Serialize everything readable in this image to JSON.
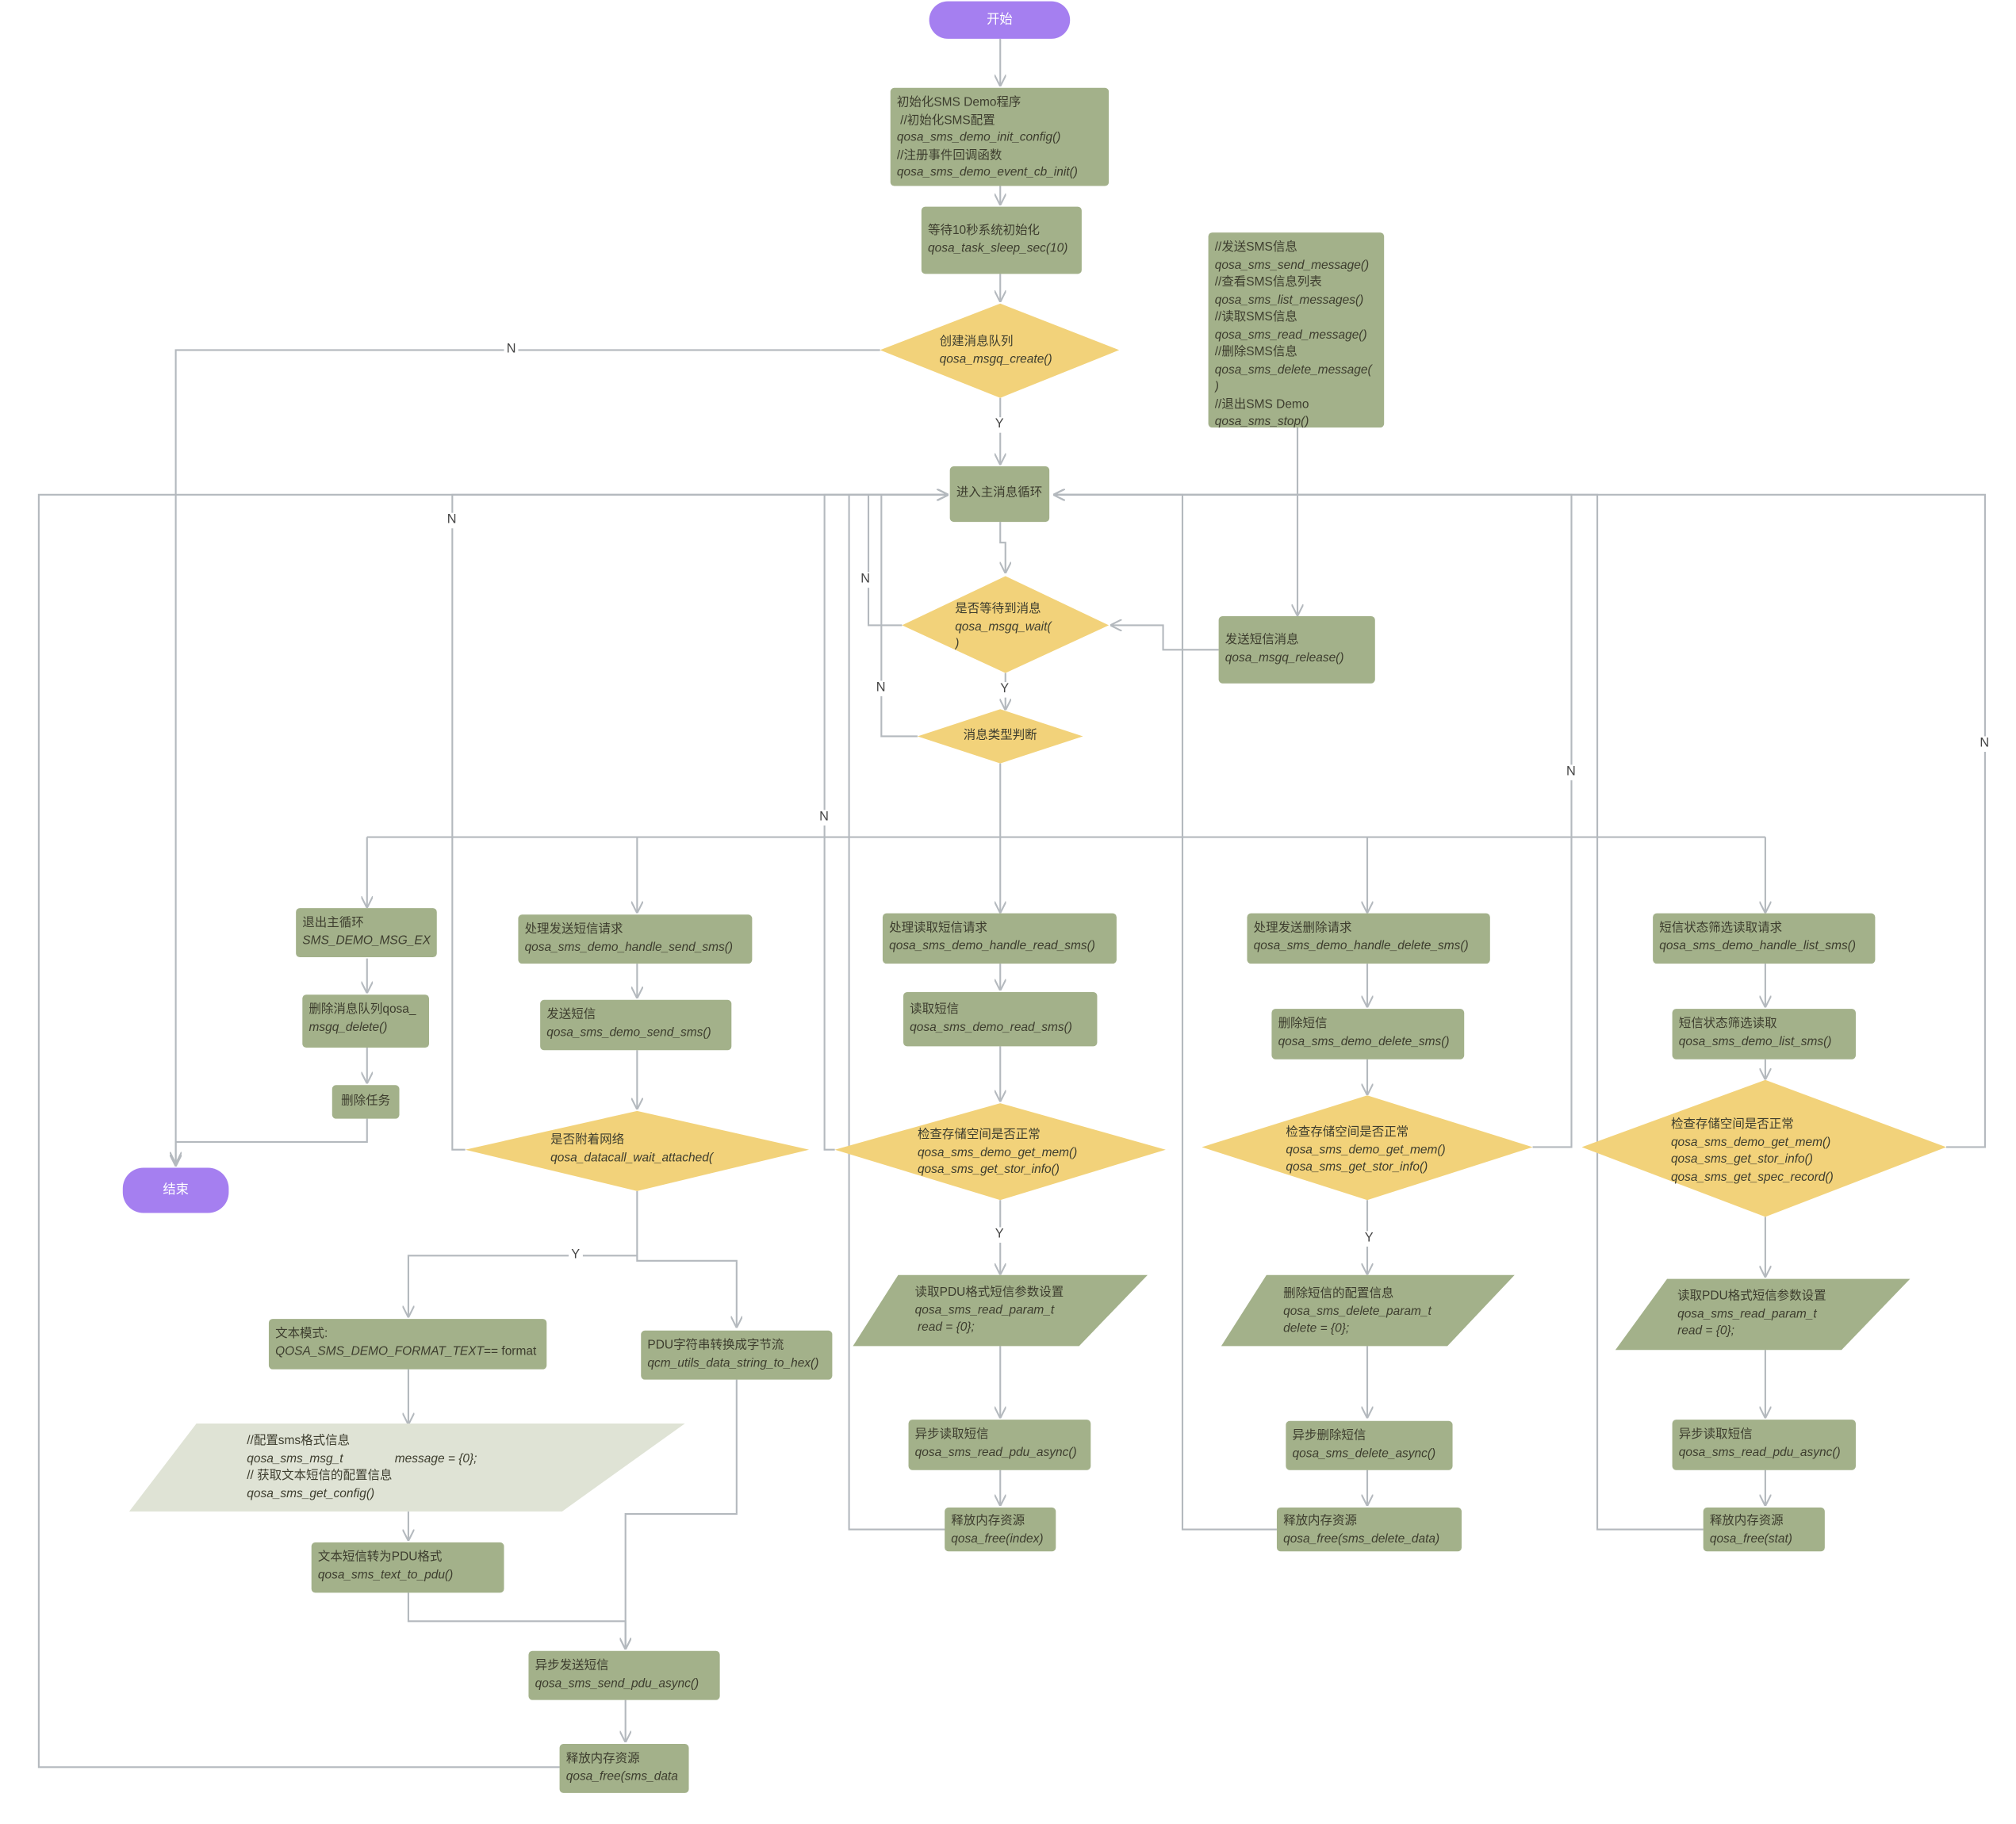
{
  "colors": {
    "process": "#a3b18a",
    "decision": "#f2d27a",
    "terminal": "#a57ff0",
    "note": "#dfe3d5",
    "line": "#b4b9be"
  },
  "start": "开始",
  "end": "结束",
  "init": [
    "初始化SMS Demo程序",
    " //初始化SMS配置",
    "qosa_sms_demo_init_config()",
    "//注册事件回调函数",
    "qosa_sms_demo_event_cb_init()"
  ],
  "wait10": [
    "等待10秒系统初始化",
    "qosa_task_sleep_sec(10)"
  ],
  "create_q": [
    "创建消息队列",
    "qosa_msgq_create()"
  ],
  "cmd_list": [
    "//发送SMS信息",
    "qosa_sms_send_message()",
    "//查看SMS信息列表",
    "qosa_sms_list_messages()",
    "//读取SMS信息",
    "qosa_sms_read_message()",
    "//删除SMS信息",
    "qosa_sms_delete_message(",
    ")",
    "//退出SMS Demo",
    "qosa_sms_stop()"
  ],
  "main_loop": "进入主消息循环",
  "wait_msg": [
    "是否等待到消息",
    "qosa_msgq_wait(",
    ")"
  ],
  "release": [
    "发送短信消息",
    "qosa_msgq_release()"
  ],
  "msg_type": "消息类型判断",
  "exit_col": {
    "exit": [
      "退出主循环",
      "SMS_DEMO_MSG_EXIT"
    ],
    "del_queue": [
      "删除消息队列qosa_",
      "msgq_delete()"
    ],
    "del_task": "删除任务"
  },
  "send_col": {
    "handle": [
      "处理发送短信请求",
      "qosa_sms_demo_handle_send_sms()"
    ],
    "send": [
      "发送短信",
      "qosa_sms_demo_send_sms()"
    ],
    "attached": [
      "是否附着网络",
      "qosa_datacall_wait_attached("
    ],
    "text_mode": [
      "文本模式:",
      "QOSA_SMS_DEMO_FORMAT_TEXT",
      "== format"
    ],
    "config": [
      "//配置sms格式信息",
      "qosa_sms_msg_t",
      "message = {0};",
      "// 获取文本短信的配置信息",
      "qosa_sms_get_config()"
    ],
    "to_pdu": [
      "文本短信转为PDU格式",
      "qosa_sms_text_to_pdu()"
    ],
    "hex": [
      "PDU字符串转换成字节流",
      "qcm_utils_data_string_to_hex()"
    ],
    "async": [
      "异步发送短信",
      "qosa_sms_send_pdu_async()"
    ],
    "free": [
      "释放内存资源",
      "qosa_free(sms_data"
    ]
  },
  "read_col": {
    "handle": [
      "处理读取短信请求",
      "qosa_sms_demo_handle_read_sms()"
    ],
    "read": [
      "读取短信",
      "qosa_sms_demo_read_sms()"
    ],
    "check": [
      "检查存储空间是否正常",
      "qosa_sms_demo_get_mem()",
      "qosa_sms_get_stor_info()"
    ],
    "param": [
      "读取PDU格式短信参数设置",
      "qosa_sms_read_param_t",
      "read = {0};"
    ],
    "async": [
      "异步读取短信",
      "qosa_sms_read_pdu_async()"
    ],
    "free": [
      "释放内存资源",
      "qosa_free(index)"
    ]
  },
  "delete_col": {
    "handle": [
      "处理发送删除请求",
      "qosa_sms_demo_handle_delete_sms()"
    ],
    "delete": [
      "删除短信",
      "qosa_sms_demo_delete_sms()"
    ],
    "check": [
      "检查存储空间是否正常",
      "qosa_sms_demo_get_mem()",
      "qosa_sms_get_stor_info()"
    ],
    "param": [
      "删除短信的配置信息",
      "qosa_sms_delete_param_t",
      "delete = {0};"
    ],
    "async": [
      "异步删除短信",
      "qosa_sms_delete_async()"
    ],
    "free": [
      "释放内存资源",
      "qosa_free(sms_delete_data)"
    ]
  },
  "list_col": {
    "handle": [
      "短信状态筛选读取请求",
      "qosa_sms_demo_handle_list_sms()"
    ],
    "list": [
      "短信状态筛选读取",
      "qosa_sms_demo_list_sms()"
    ],
    "check": [
      "检查存储空间是否正常",
      "qosa_sms_demo_get_mem()",
      "qosa_sms_get_stor_info()",
      "qosa_sms_get_spec_record()"
    ],
    "param": [
      "读取PDU格式短信参数设置",
      "qosa_sms_read_param_t",
      "read = {0};"
    ],
    "async": [
      "异步读取短信",
      "qosa_sms_read_pdu_async()"
    ],
    "free": [
      "释放内存资源",
      "qosa_free(stat)"
    ]
  },
  "labels": {
    "yes": "Y",
    "no": "N"
  }
}
